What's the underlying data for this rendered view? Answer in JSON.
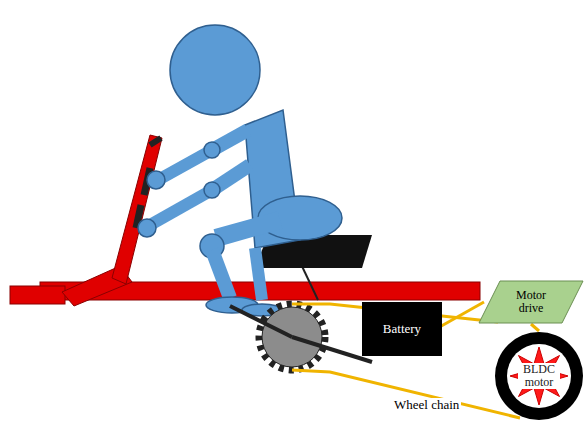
{
  "diagram": {
    "nodes": [
      {
        "text": [
          "Battery"
        ]
      },
      {
        "text": [
          "Motor drive"
        ]
      },
      {
        "text": [
          "BLDC motor"
        ]
      }
    ],
    "edges": [
      {
        "from": 0,
        "to": 1,
        "arrow": "none"
      },
      {
        "from": 1,
        "to": 2,
        "arrow": "none"
      }
    ],
    "labels": [
      "Wheel chain"
    ]
  }
}
